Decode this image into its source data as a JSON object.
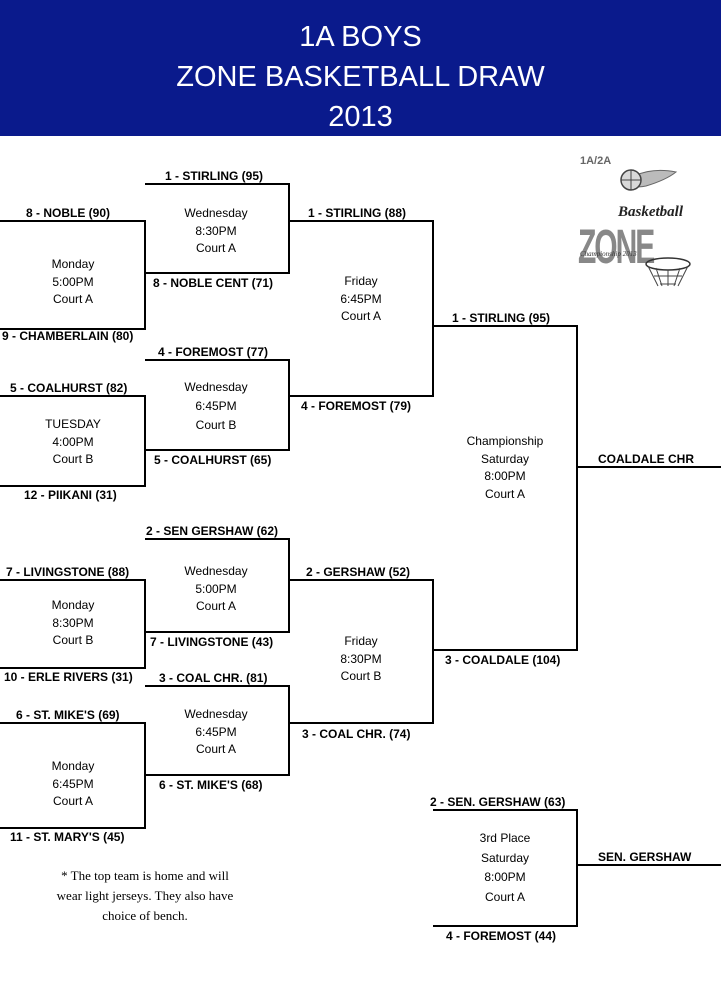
{
  "header": {
    "line1": "1A BOYS",
    "line2": "ZONE BASKETBALL DRAW",
    "line3": "2013",
    "background_color": "#0a1a8c",
    "text_color": "#ffffff"
  },
  "teams": {
    "r1_noble": "8 - NOBLE  (90)",
    "r1_chamberlain": "9 - CHAMBERLAIN (80)",
    "r1_coalhurst": "5 - COALHURST (82)",
    "r1_piikani": "12 - PIIKANI (31)",
    "r1_livingstone": "7 - LIVINGSTONE (88)",
    "r1_erle": "10 - ERLE RIVERS (31)",
    "r1_stmikes": "6 - ST. MIKE'S (69)",
    "r1_stmarys": "11 - ST. MARY'S (45)",
    "r2_stirling": "1 - STIRLING (95)",
    "r2_noblecent": "8 - NOBLE CENT (71)",
    "r2_foremost": "4 - FOREMOST (77)",
    "r2_coalhurst": "5 - COALHURST (65)",
    "r2_sengershaw": "2 - SEN GERSHAW (62)",
    "r2_livingstone": "7 - LIVINGSTONE (43)",
    "r2_coalchr": "3 - COAL CHR. (81)",
    "r2_stmikes": "6 - ST. MIKE'S (68)",
    "sf_stirling": "1 - STIRLING (88)",
    "sf_foremost": "4 - FOREMOST (79)",
    "sf_gershaw": "2 - GERSHAW (52)",
    "sf_coalchr": "3 - COAL CHR. (74)",
    "f_stirling": "1 - STIRLING (95)",
    "f_coaldale": "3 - COALDALE (104)",
    "champion": "COALDALE CHR",
    "p3_sengershaw": "2 - SEN.  GERSHAW (63)",
    "p3_foremost": "4 - FOREMOST (44)",
    "third_place": "SEN.  GERSHAW"
  },
  "games": {
    "g1": [
      "Monday",
      "5:00PM",
      "Court A"
    ],
    "g2": [
      "TUESDAY",
      "4:00PM",
      "Court B"
    ],
    "g3": [
      "Monday",
      "8:30PM",
      "Court B"
    ],
    "g4": [
      "Monday",
      "6:45PM",
      "Court A"
    ],
    "g5": [
      "Wednesday",
      "8:30PM",
      "Court A"
    ],
    "g6": [
      "Wednesday",
      "6:45PM",
      "Court B"
    ],
    "g7": [
      "Wednesday",
      "5:00PM",
      "Court A"
    ],
    "g8": [
      "Wednesday",
      "6:45PM",
      "Court A"
    ],
    "g9": [
      "Friday",
      "6:45PM",
      "Court A"
    ],
    "g10": [
      "Friday",
      "8:30PM",
      "Court B"
    ],
    "g11": [
      "Championship",
      "Saturday",
      "8:00PM",
      "Court A"
    ],
    "g12": [
      "3rd Place",
      "Saturday",
      "8:00PM",
      "Court A"
    ]
  },
  "note": {
    "line1": "* The top team is home and will",
    "line2": "wear light jerseys.  They also have",
    "line3": "choice of bench."
  },
  "logo": {
    "top_text": "1A/2A",
    "word": "Basketball",
    "bottom_text": "Championship 2013",
    "letters": "ZONE"
  }
}
